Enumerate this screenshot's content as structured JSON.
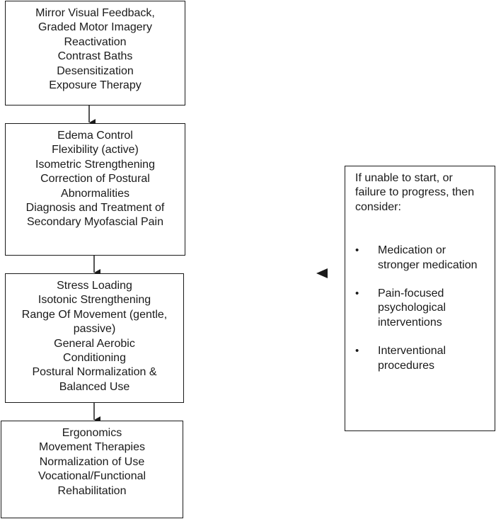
{
  "stages": [
    {
      "lines": [
        "Mirror Visual Feedback,",
        "Graded Motor Imagery",
        "Reactivation",
        "Contrast Baths",
        "Desensitization",
        "Exposure Therapy"
      ]
    },
    {
      "lines": [
        "Edema Control",
        "Flexibility (active)",
        "Isometric Strengthening",
        "Correction of Postural",
        "Abnormalities",
        "Diagnosis and Treatment of",
        "Secondary Myofascial Pain"
      ]
    },
    {
      "lines": [
        "Stress Loading",
        "Isotonic Strengthening",
        "Range Of Movement (gentle,",
        "passive)",
        "General Aerobic",
        "Conditioning",
        "Postural Normalization &",
        "Balanced Use"
      ]
    },
    {
      "lines": [
        "Ergonomics",
        "Movement Therapies",
        "Normalization of Use",
        "Vocational/Functional",
        "Rehabilitation"
      ]
    }
  ],
  "side_panel": {
    "intro_lines": [
      "If unable to start, or",
      "failure to progress, then",
      "consider:"
    ],
    "bullet_glyph": "•",
    "items": [
      {
        "lines": [
          "Medication or",
          "stronger medication"
        ]
      },
      {
        "lines": [
          "Pain-focused",
          "psychological",
          "interventions"
        ]
      },
      {
        "lines": [
          "Interventional",
          "procedures"
        ]
      }
    ]
  }
}
